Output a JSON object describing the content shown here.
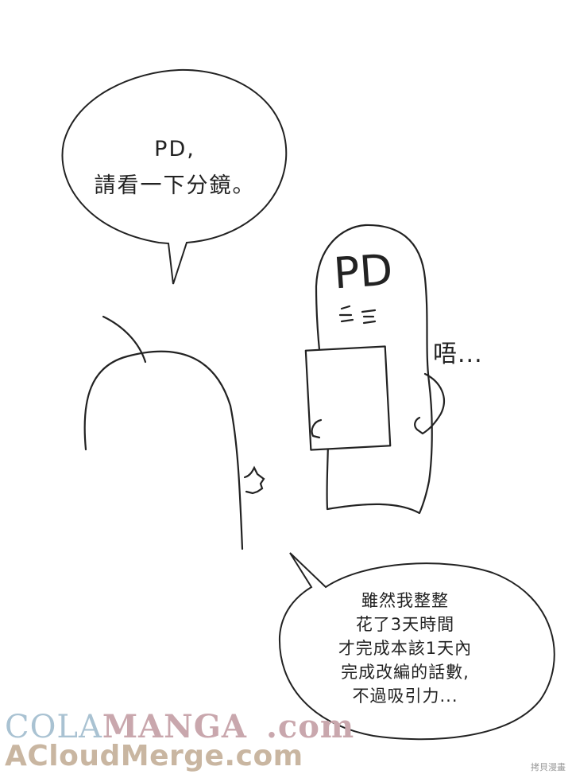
{
  "bubble_top": {
    "lines": [
      "PD,",
      "請看一下分鏡。"
    ]
  },
  "character_badge": "PD",
  "mumble": "唔...",
  "bubble_bottom": {
    "lines": [
      "雖然我整整",
      "花了3天時間",
      "才完成本該1天內",
      "完成改編的話數,",
      "不過吸引力..."
    ]
  },
  "watermark": {
    "part1": "COLA",
    "part2": "MANGA",
    "part3": ".com",
    "line2": "ACloudMerge.com"
  },
  "corner_mark": "拷貝漫畫"
}
